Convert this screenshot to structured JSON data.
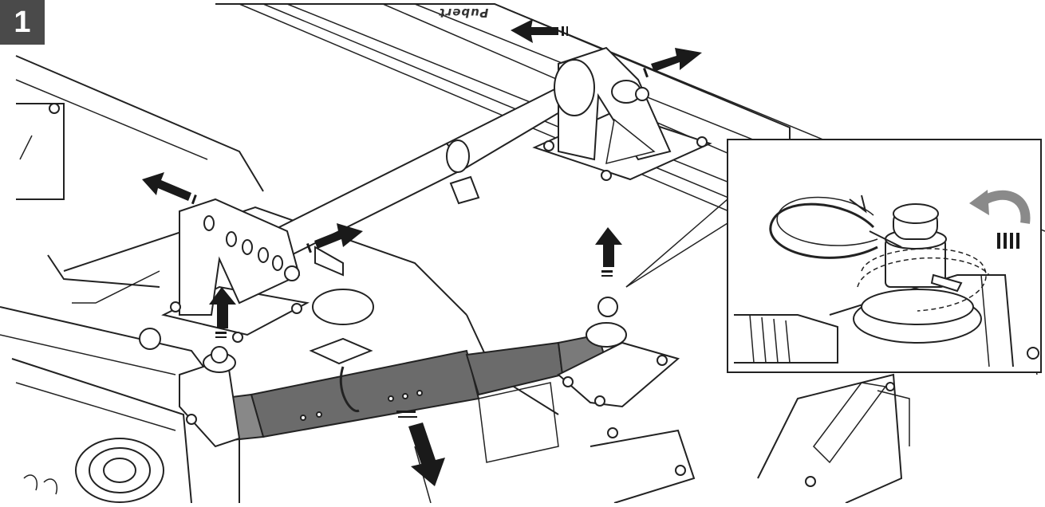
{
  "figure": {
    "step_number": "1",
    "brand_decal": "Pubert"
  },
  "icons": {
    "badge": "step-number-badge",
    "arrows": "direction-arrow-icon",
    "rotate": "rotate-counterclockwise-icon",
    "clip": "spring-clip-icon"
  },
  "colors": {
    "ink": "#222222",
    "badge_bg": "#4a4a4a",
    "link_fill": "#6b6b6b",
    "arrow_fill": "#1a1a1a",
    "rotate_arrow": "#8a8a8a"
  }
}
